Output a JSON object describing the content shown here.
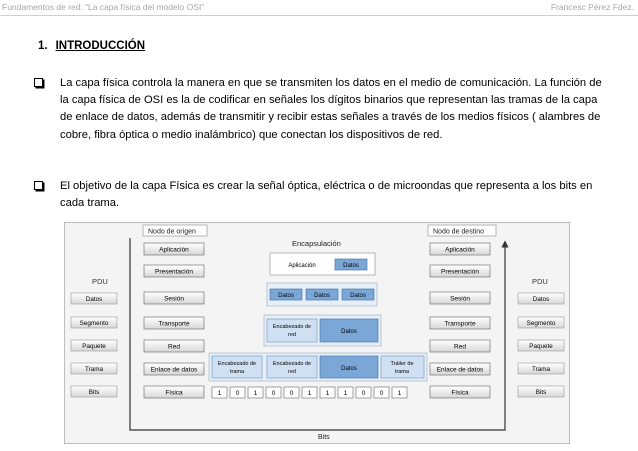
{
  "header": {
    "left": "Fundamentos de red: “La capa física del modelo OSI”",
    "right": "Francesc Pérez Fdez."
  },
  "section": {
    "number": "1.",
    "title": "INTRODUCCIÓN"
  },
  "paragraphs": [
    "La capa física controla la manera en que se transmiten los datos en el  medio de comunicación. La función de la capa física de OSI es la de codificar en señales los dígitos binarios que representan las tramas de la capa de enlace de datos, además de transmitir y recibir estas señales a través de los medios físicos (  alambres de cobre, fibra óptica o medio  inalámbrico) que conectan los dispositivos de red.",
    "El objetivo de la capa Física es crear la señal óptica, eléctrica o de microondas que representa a los bits en cada trama."
  ],
  "diagram": {
    "origin_node": "Nodo de origen",
    "dest_node": "Nodo de destino",
    "encapsulation": "Encapsulación",
    "pdu_title": "PDU",
    "layers": [
      "Aplicación",
      "Presentación",
      "Sesión",
      "Transporte",
      "Red",
      "Enlace de datos",
      "Física"
    ],
    "pdus": [
      "Datos",
      "Segmento",
      "Paquete",
      "Trama",
      "Bits"
    ],
    "encap": {
      "application": "Aplicación",
      "data": "Datos",
      "segment_header": "Encabezado de red",
      "frame_header": "Encabezado de trama",
      "network_header": "Encabezado de red",
      "frame_trailer": "Tráiler de trama"
    },
    "bits": [
      "1",
      "0",
      "1",
      "0",
      "0",
      "1",
      "1",
      "1",
      "0",
      "0",
      "1"
    ],
    "bits_label": "Bits"
  }
}
